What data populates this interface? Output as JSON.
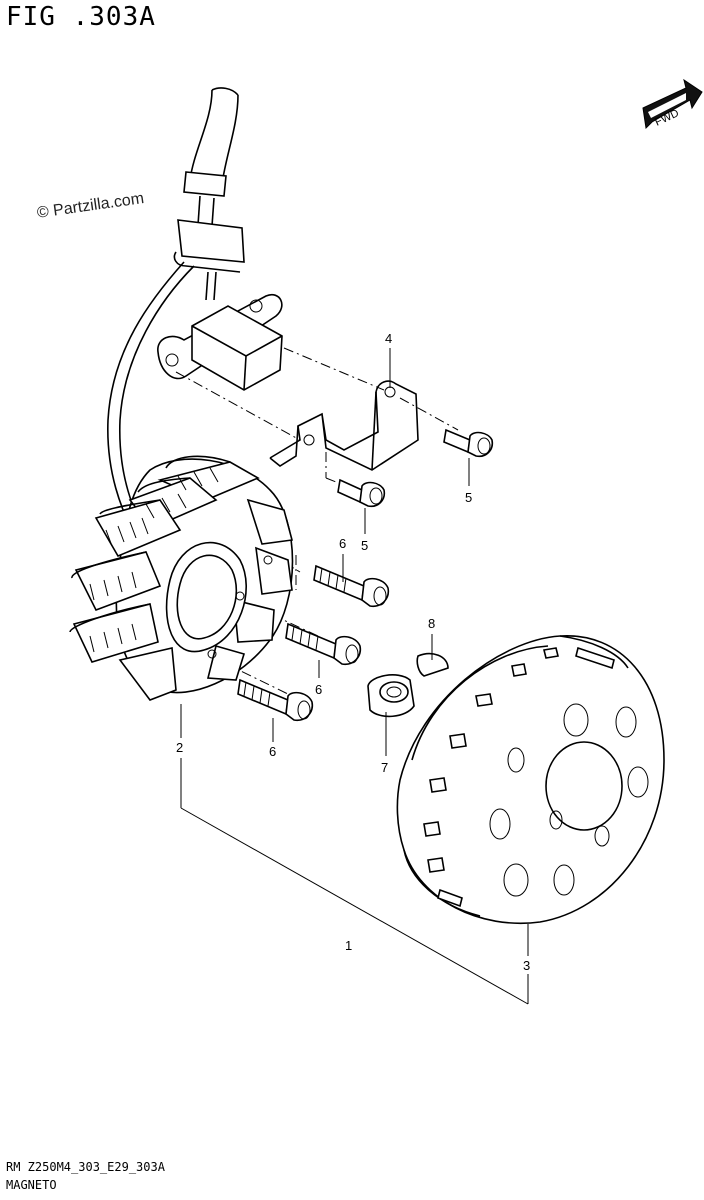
{
  "figure_title": "FIG .303A",
  "watermark": "© Partzilla.com",
  "fwd_label": "FWD",
  "footer": {
    "code": "RM Z250M4_303_E29_303A",
    "name": "MAGNETO"
  },
  "callouts": {
    "generator_assy": "1",
    "stator": "2",
    "rotor": "3",
    "bracket": "4",
    "bracket_bolt_upper": "5",
    "bracket_bolt_lower": "5",
    "stator_bolt_upper": "6",
    "stator_bolt_middle": "6",
    "stator_bolt_lower": "6",
    "rotor_nut": "7",
    "key": "8"
  }
}
